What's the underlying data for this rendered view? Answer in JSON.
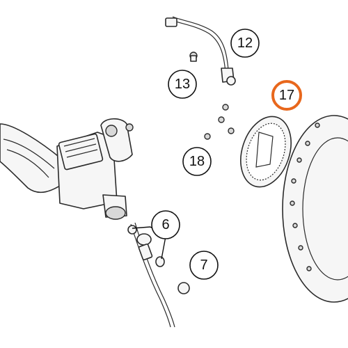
{
  "callouts": [
    {
      "label": "12",
      "highlighted": false
    },
    {
      "label": "13",
      "highlighted": false
    },
    {
      "label": "17",
      "highlighted": true
    },
    {
      "label": "18",
      "highlighted": false
    },
    {
      "label": "6",
      "highlighted": false
    },
    {
      "label": "7",
      "highlighted": false
    }
  ],
  "colors": {
    "highlight": "#e8671c",
    "outline": "#2a2a2a",
    "part_fill": "#f6f6f6"
  }
}
